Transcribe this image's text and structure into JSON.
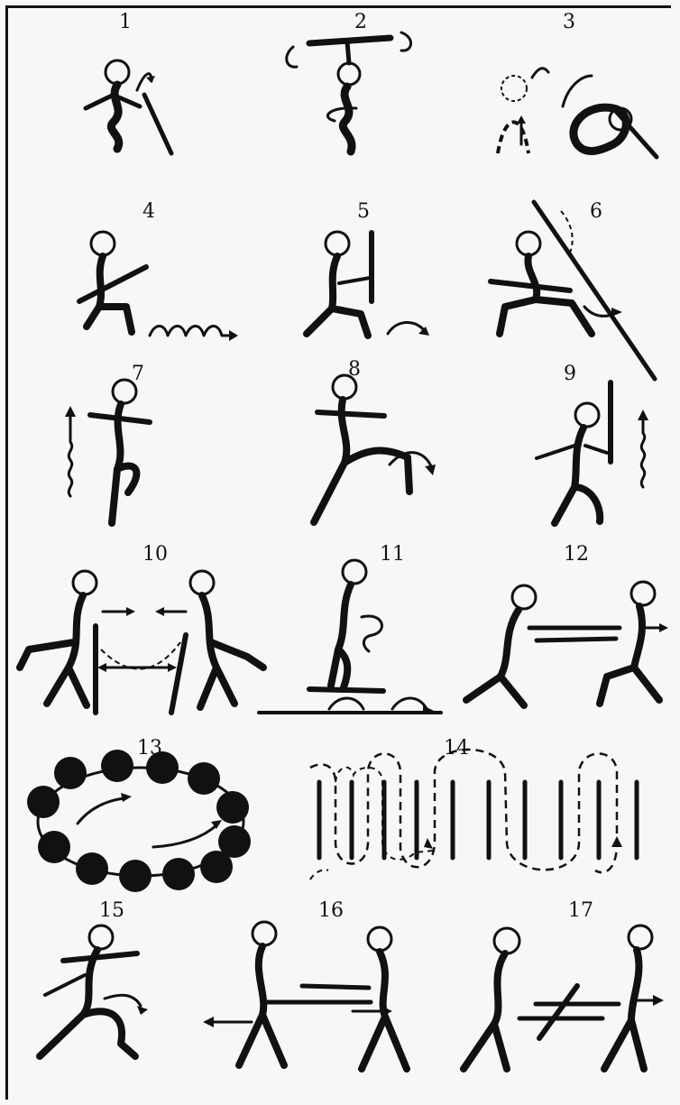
{
  "figures": [
    {
      "label": "1"
    },
    {
      "label": "2"
    },
    {
      "label": "3"
    },
    {
      "label": "4"
    },
    {
      "label": "5"
    },
    {
      "label": "6"
    },
    {
      "label": "7"
    },
    {
      "label": "8"
    },
    {
      "label": "9"
    },
    {
      "label": "10"
    },
    {
      "label": "11"
    },
    {
      "label": "12"
    },
    {
      "label": "13"
    },
    {
      "label": "14"
    },
    {
      "label": "15"
    },
    {
      "label": "16"
    },
    {
      "label": "17"
    }
  ],
  "colors": {
    "ink": "#111111",
    "paper": "#f7f7f5"
  }
}
